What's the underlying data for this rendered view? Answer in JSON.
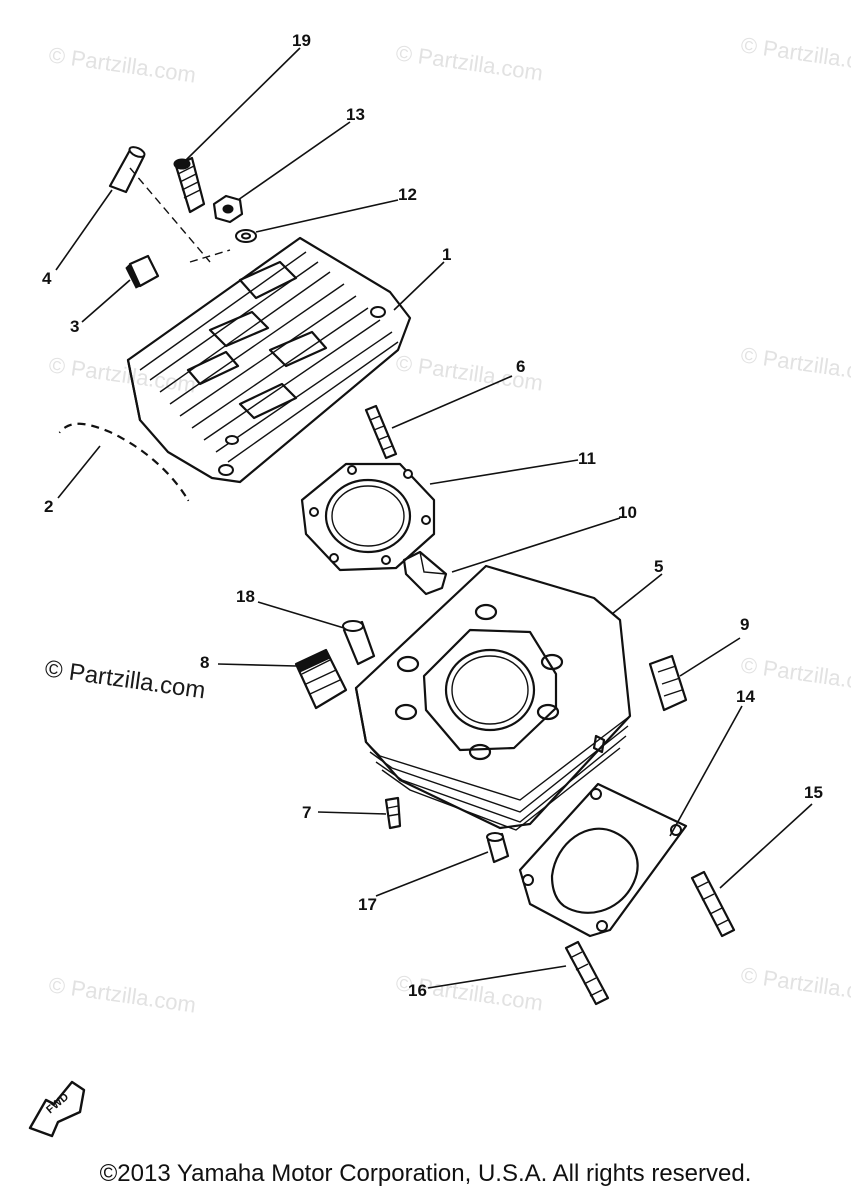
{
  "watermark": {
    "text": "© Partzilla.com",
    "primary_text": "© Partzilla.com"
  },
  "callouts": {
    "c1": "1",
    "c2": "2",
    "c3": "3",
    "c4": "4",
    "c5": "5",
    "c6": "6",
    "c7": "7",
    "c8": "8",
    "c9": "9",
    "c10": "10",
    "c11": "11",
    "c12": "12",
    "c13": "13",
    "c14": "14",
    "c15": "15",
    "c16": "16",
    "c17": "17",
    "c18": "18",
    "c19": "19"
  },
  "fwd_label": "FWD",
  "copyright": "©2013  Yamaha Motor Corporation, U.S.A. All rights reserved."
}
